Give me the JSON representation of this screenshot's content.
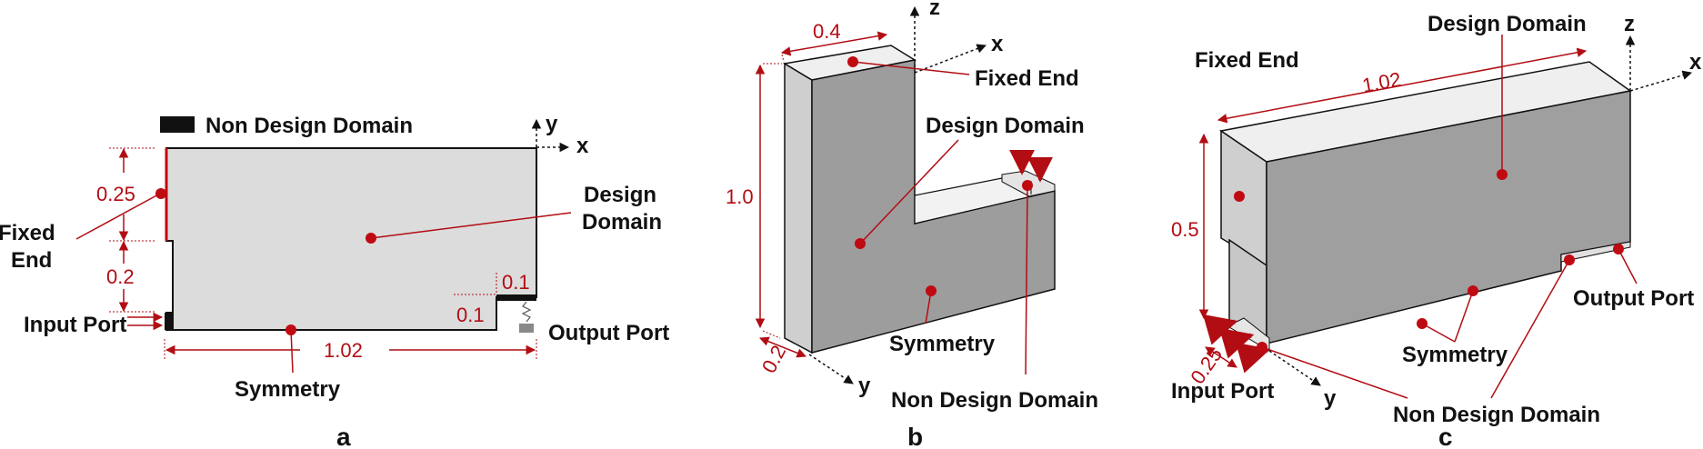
{
  "colors": {
    "accent": "#c00a12",
    "domain": "#dcdcdc",
    "dark": "#1a1a1a"
  },
  "panel_a": {
    "legend": "Non Design Domain",
    "axis_y": "y",
    "axis_x": "x",
    "design_domain_line1": "Design",
    "design_domain_line2": "Domain",
    "fixed_end_line1": "Fixed",
    "fixed_end_line2": "End",
    "input_port": "Input Port",
    "output_port": "Output Port",
    "symmetry": "Symmetry",
    "dim_025": "0.25",
    "dim_02": "0.2",
    "dim_01_top": "0.1",
    "dim_01_bottom": "0.1",
    "dim_102": "1.02",
    "letter": "a"
  },
  "panel_b": {
    "axis_z": "z",
    "axis_x": "x",
    "axis_y": "y",
    "dim_04": "0.4",
    "dim_10": "1.0",
    "dim_02": "0.2",
    "fixed_end": "Fixed End",
    "design_domain": "Design Domain",
    "symmetry": "Symmetry",
    "non_design_domain": "Non Design Domain",
    "letter": "b"
  },
  "panel_c": {
    "design_domain": "Design Domain",
    "fixed_end": "Fixed End",
    "axis_z": "z",
    "axis_x": "x",
    "axis_y": "y",
    "dim_102": "1.02",
    "dim_05": "0.5",
    "dim_025": "0.25",
    "output_port": "Output Port",
    "symmetry": "Symmetry",
    "input_port": "Input Port",
    "non_design_domain": "Non Design Domain",
    "letter": "c"
  }
}
